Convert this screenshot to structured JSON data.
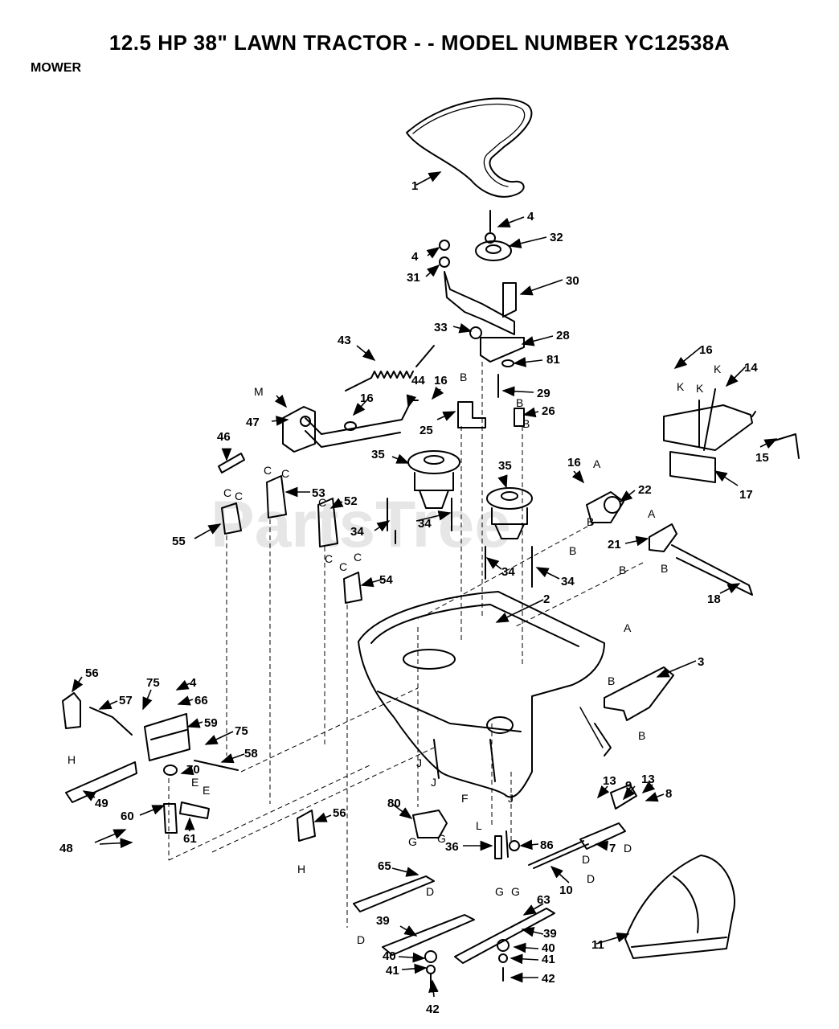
{
  "header": {
    "title": "12.5 HP 38\" LAWN TRACTOR - - MODEL NUMBER YC12538A",
    "section": "MOWER"
  },
  "watermark": "PartsTree",
  "colors": {
    "ink": "#000000",
    "paper": "#ffffff",
    "watermark": "#e6e6e6"
  },
  "callouts": {
    "c1": "1",
    "c2": "2",
    "c3": "3",
    "c4a": "4",
    "c4b": "4",
    "c4c": "4",
    "c7": "7",
    "c8": "8",
    "c9": "9",
    "c10": "10",
    "c11": "11",
    "c13a": "13",
    "c13b": "13",
    "c14": "14",
    "c15": "15",
    "c16a": "16",
    "c16b": "16",
    "c16c": "16",
    "c16d": "16",
    "c17": "17",
    "c18": "18",
    "c21": "21",
    "c22": "22",
    "c25": "25",
    "c26": "26",
    "c28": "28",
    "c29": "29",
    "c30": "30",
    "c31": "31",
    "c32": "32",
    "c33": "33",
    "c34a": "34",
    "c34b": "34",
    "c34c": "34",
    "c34d": "34",
    "c35a": "35",
    "c35b": "35",
    "c36": "36",
    "c39a": "39",
    "c39b": "39",
    "c40a": "40",
    "c40b": "40",
    "c41a": "41",
    "c41b": "41",
    "c42a": "42",
    "c42b": "42",
    "c43": "43",
    "c44": "44",
    "c46": "46",
    "c47": "47",
    "c48": "48",
    "c49": "49",
    "c52": "52",
    "c53": "53",
    "c54": "54",
    "c55": "55",
    "c56a": "56",
    "c56b": "56",
    "c57": "57",
    "c58": "58",
    "c59": "59",
    "c60": "60",
    "c61": "61",
    "c63": "63",
    "c65": "65",
    "c66": "66",
    "c70": "70",
    "c75a": "75",
    "c75b": "75",
    "c80": "80",
    "c81": "81",
    "c86": "86"
  },
  "refs": {
    "A1": "A",
    "A2": "A",
    "A3": "A",
    "B1": "B",
    "B2": "B",
    "B3": "B",
    "B4": "B",
    "B5": "B",
    "B6": "B",
    "B7": "B",
    "B8": "B",
    "B9": "B",
    "C1": "C",
    "C2": "C",
    "C3": "C",
    "C4": "C",
    "C5": "C",
    "C6": "C",
    "C7": "C",
    "C8": "C",
    "D1": "D",
    "D2": "D",
    "D3": "D",
    "D4": "D",
    "D5": "D",
    "E1": "E",
    "E2": "E",
    "F1": "F",
    "G1": "G",
    "G2": "G",
    "G3": "G",
    "G4": "G",
    "H1": "H",
    "H2": "H",
    "J1": "J",
    "J2": "J",
    "J3": "J",
    "K1": "K",
    "K2": "K",
    "K3": "K",
    "L1": "L",
    "M1": "M"
  }
}
